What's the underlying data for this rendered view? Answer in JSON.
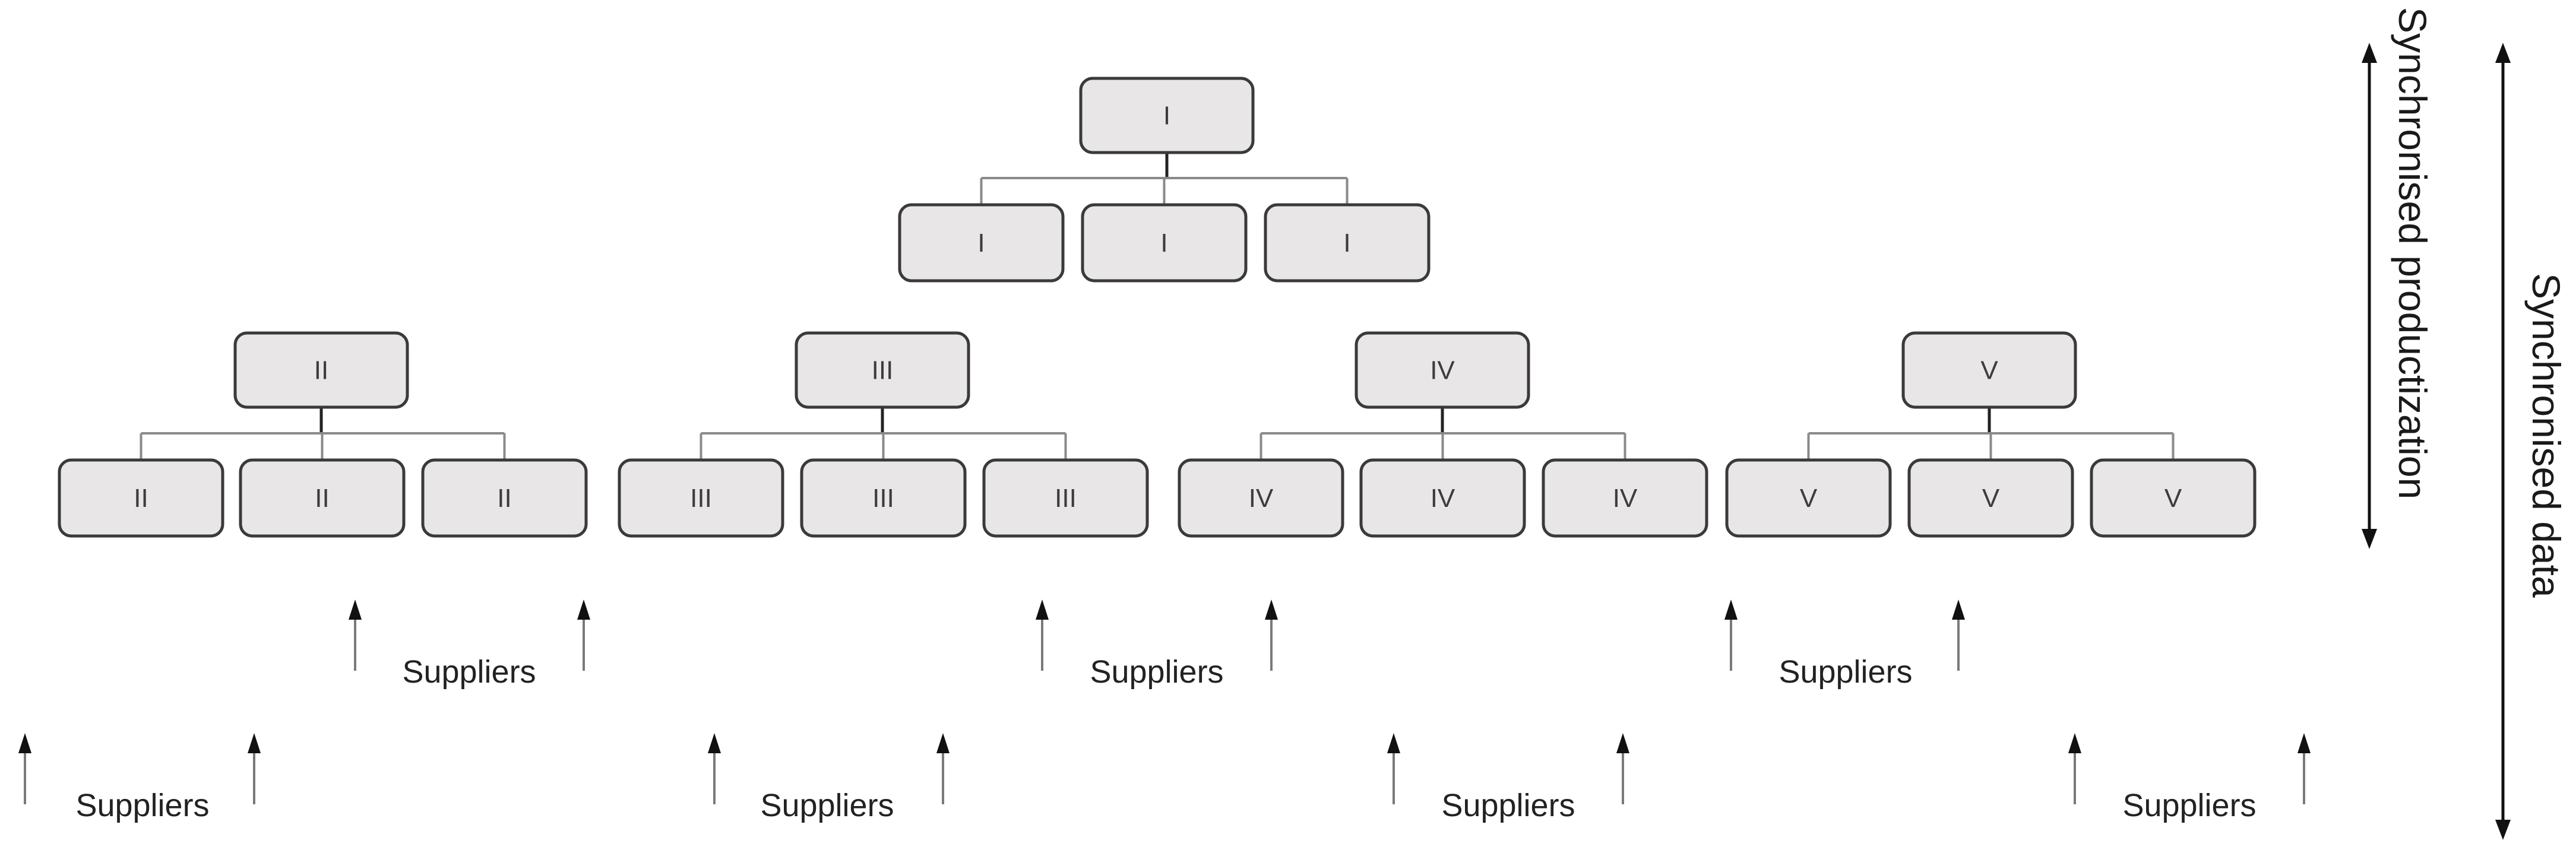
{
  "hierarchy": [
    {
      "group": "I",
      "top": "I",
      "children": [
        "I",
        "I",
        "I"
      ]
    },
    {
      "group": "II",
      "top": "II",
      "children": [
        "II",
        "II",
        "II"
      ]
    },
    {
      "group": "III",
      "top": "III",
      "children": [
        "III",
        "III",
        "III"
      ]
    },
    {
      "group": "IV",
      "top": "IV",
      "children": [
        "IV",
        "IV",
        "IV"
      ]
    },
    {
      "group": "V",
      "top": "V",
      "children": [
        "V",
        "V",
        "V"
      ]
    }
  ],
  "suppliers": [
    {
      "label": "Suppliers"
    },
    {
      "label": "Suppliers"
    },
    {
      "label": "Suppliers"
    },
    {
      "label": "Suppliers"
    },
    {
      "label": "Suppliers"
    },
    {
      "label": "Suppliers"
    },
    {
      "label": "Suppliers"
    }
  ],
  "side_labels": {
    "productization": "Synchronised productization",
    "data": "Synchronised data"
  }
}
